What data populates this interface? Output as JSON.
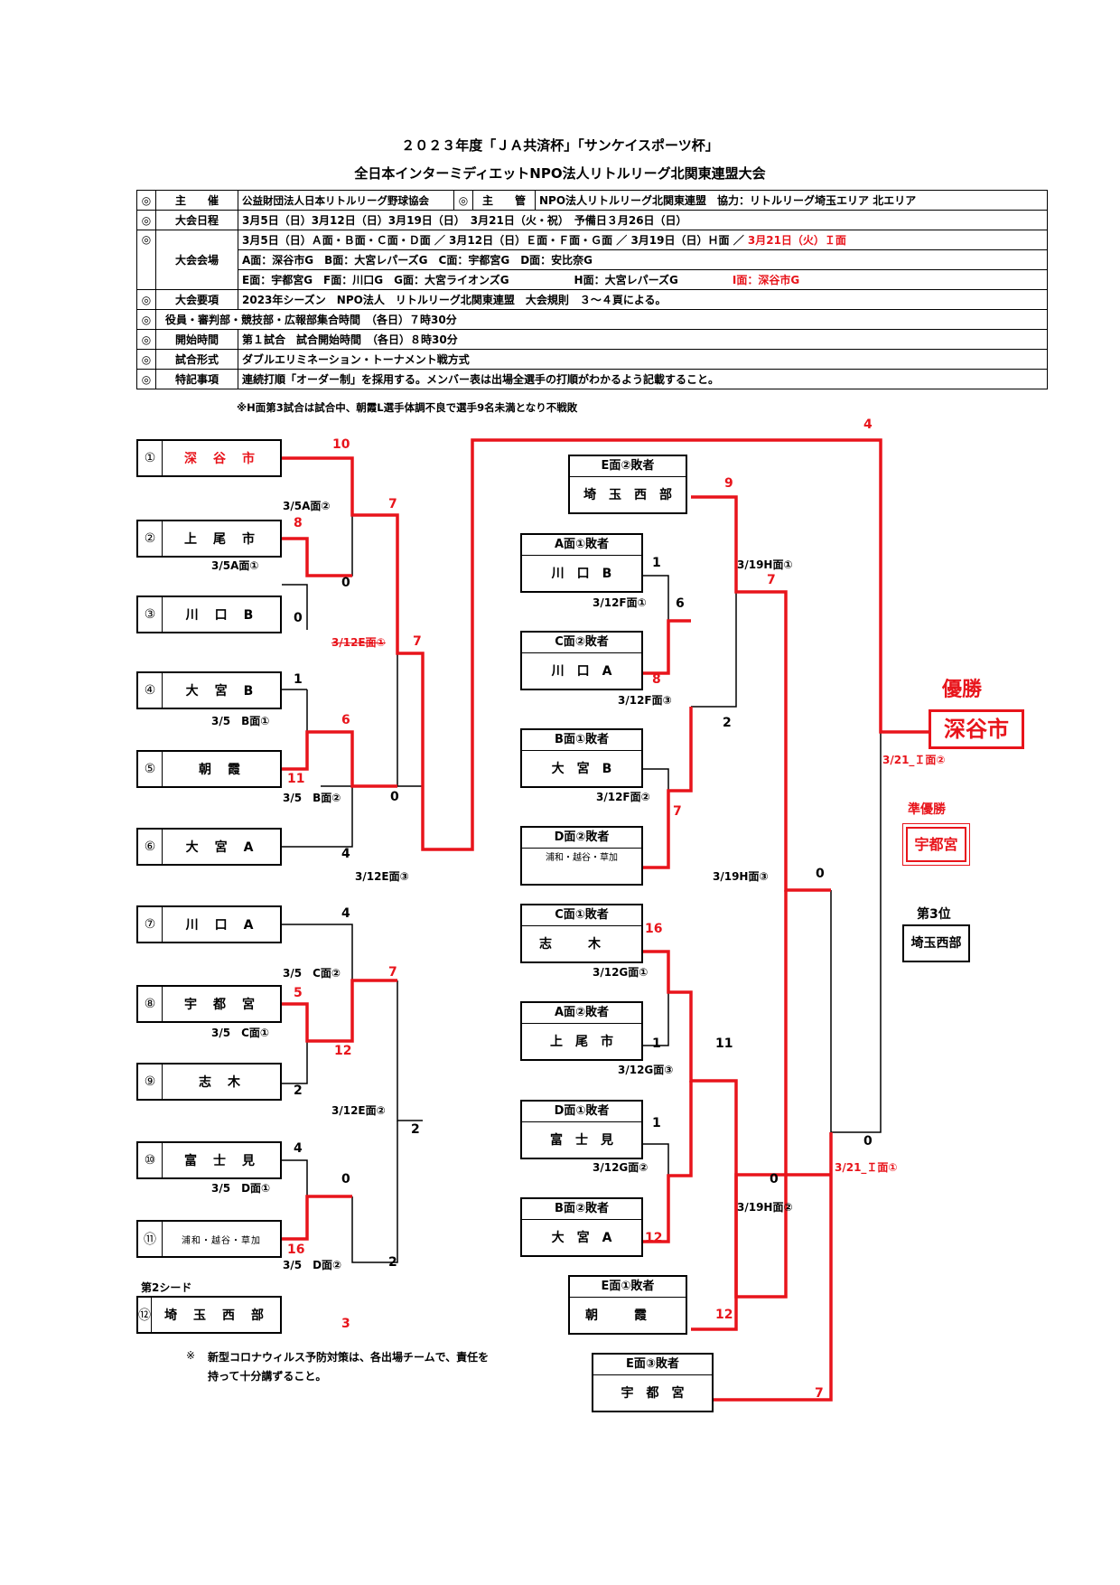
{
  "title1": "２０２３年度「ＪＡ共済杯」「サンケイスポーツ杯」",
  "title2": "全日本インターミディエットNPO法人リトルリーグ北関東連盟大会",
  "info": {
    "mark": "◎",
    "r1_k1": "主　　催",
    "r1_v1": "公益財団法人日本リトルリーグ野球協会",
    "r1_k2": "主　　管",
    "r1_v2": "NPO法人リトルリーグ北関東連盟　協力：リトルリーグ埼玉エリア 北エリア",
    "r2_k": "大会日程",
    "r2_v": "3月5日（日）3月12日（日）3月19日（日）　3月21日（火・祝）　予備日３月26日（日）",
    "r3_k": "大会会場",
    "r3_v1a": "3月5日（日）Ａ面・Ｂ面・Ｃ面・Ｄ面 ／ 3月12日（日）Ｅ面・Ｆ面・Ｇ面 ／ 3月19日（日）Ｈ面 ／ ",
    "r3_v1b": "3月21日（火）Ｉ面",
    "r3_v2": "A面：深谷市G　B面：大宮レパーズG　C面：宇都宮G　D面：安比奈G",
    "r3_v3a": "E面：宇都宮G　F面：川口G　G面：大宮ライオンズG　　　　　　H面：大宮レパーズG",
    "r3_v3b": "I面：深谷市G",
    "r4_k": "大会要項",
    "r4_v": "2023年シーズン　NPO法人　リトルリーグ北関東連盟　大会規則　３～４頁による。",
    "r5_v": "役員・審判部・競技部・広報部集合時間　（各日）７時30分",
    "r6_k": "開始時間",
    "r6_v": "第１試合　試合開始時間　（各日）８時30分",
    "r7_k": "試合形式",
    "r7_v": "ダブルエリミネーション・トーナメント戦方式",
    "r8_k": "特記事項",
    "r8_v": "連続打順「オーダー制」を採用する。メンバー表は出場全選手の打順がわかるよう記載すること。"
  },
  "note_h": "※H面第3試合は試合中、朝霞L選手体調不良で選手9名未満となり不戦敗",
  "teams": [
    {
      "num": "①",
      "name": "深谷市"
    },
    {
      "num": "②",
      "name": "上尾市"
    },
    {
      "num": "③",
      "name": "川口B"
    },
    {
      "num": "④",
      "name": "大宮B"
    },
    {
      "num": "⑤",
      "name": "朝霞"
    },
    {
      "num": "⑥",
      "name": "大宮A"
    },
    {
      "num": "⑦",
      "name": "川口A"
    },
    {
      "num": "⑧",
      "name": "宇都宮"
    },
    {
      "num": "⑨",
      "name": "志木"
    },
    {
      "num": "⑩",
      "name": "富士見"
    },
    {
      "num": "⑪",
      "name": "浦和・越谷・草加"
    },
    {
      "num": "⑫",
      "name": "埼玉西部"
    }
  ],
  "seed2": "第2シード",
  "losers": [
    {
      "head": "E面②敗者",
      "name": "埼玉西部"
    },
    {
      "head": "A面①敗者",
      "name": "川口B"
    },
    {
      "head": "C面②敗者",
      "name": "川口A"
    },
    {
      "head": "B面①敗者",
      "name": "大宮B"
    },
    {
      "head": "D面②敗者",
      "name": "浦和・越谷・草加"
    },
    {
      "head": "C面①敗者",
      "name": "志木"
    },
    {
      "head": "A面②敗者",
      "name": "上尾市"
    },
    {
      "head": "D面①敗者",
      "name": "富士見"
    },
    {
      "head": "B面②敗者",
      "name": "大宮A"
    },
    {
      "head": "E面①敗者",
      "name": "朝霞"
    },
    {
      "head": "E面③敗者",
      "name": "宇都宮"
    }
  ],
  "labels": {
    "a2": "3/5A面②",
    "a1": "3/5A面①",
    "e1": "3/12E面①",
    "b1": "3/5　B面①",
    "b2": "3/5　B面②",
    "e3": "3/12E面③",
    "c2": "3/5　C面②",
    "c1": "3/5　C面①",
    "e2": "3/12E面②",
    "d1": "3/5　D面①",
    "d2": "3/5　D面②",
    "f1": "3/12F面①",
    "f3": "3/12F面③",
    "f2": "3/12F面②",
    "g1": "3/12G面①",
    "g3": "3/12G面③",
    "g2": "3/12G面②",
    "h1": "3/19H面①",
    "h3": "3/19H面③",
    "h2": "3/19H面②",
    "i2": "3/21_Ｉ面②",
    "i1": "3/21_Ｉ面①"
  },
  "scores": {
    "s1": "10",
    "s2": "8",
    "s3": "0",
    "s3b": "0",
    "s4": "7",
    "s5": "7",
    "s6": "1",
    "s7": "6",
    "s8": "11",
    "s9": "4",
    "s10": "0",
    "s11": "4",
    "s12": "5",
    "s13": "7",
    "s14": "12",
    "s15": "2",
    "s16": "2",
    "s17": "4",
    "s18": "0",
    "s19": "16",
    "s20": "3",
    "s21": "2",
    "s22": "4",
    "s23": "9",
    "s24": "1",
    "s25": "6",
    "s26": "8",
    "s27": "2",
    "s28": "7",
    "s29": "7",
    "s30": "0",
    "s31": "16",
    "s32": "1",
    "s33": "11",
    "s34": "1",
    "s35": "12",
    "s36": "0",
    "s37": "12",
    "s38": "7",
    "s39": "0"
  },
  "result": {
    "champion_label": "優勝",
    "champion": "深谷市",
    "runner_label": "準優勝",
    "runner": "宇都宮",
    "third_label": "第3位",
    "third": "埼玉西部"
  },
  "footnote_mark": "※",
  "footnote1": "新型コロナウィルス予防対策は、各出場チームで、責任を",
  "footnote2": "持って十分講ずること。",
  "colors": {
    "accent": "#e8141b"
  }
}
